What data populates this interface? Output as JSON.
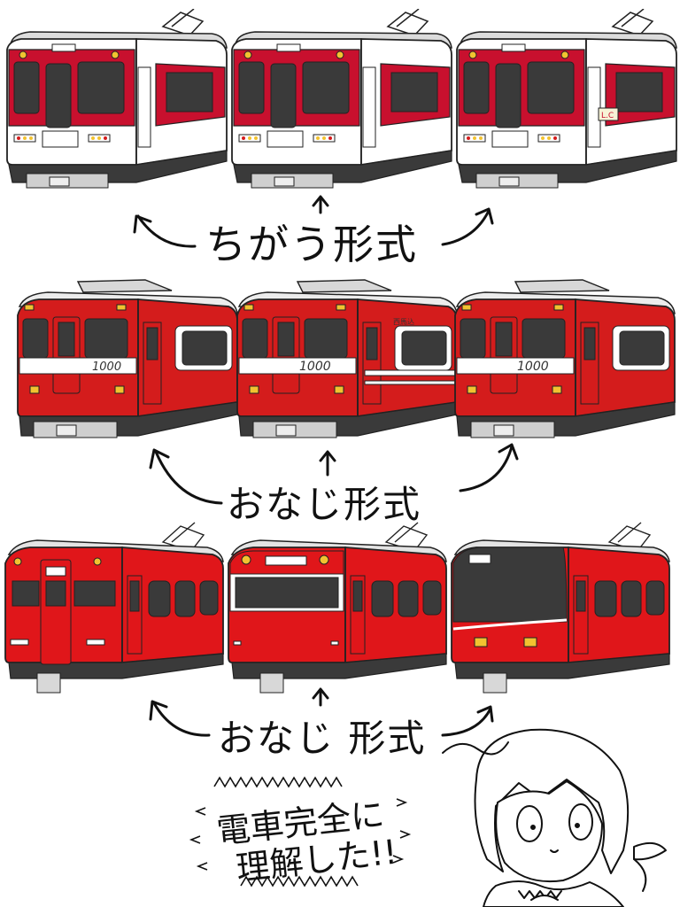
{
  "captions": {
    "row1": "ちがう形式",
    "row2": "おなじ形式",
    "row3": "おなじ 形式"
  },
  "exclamation": {
    "line1": "電車完全に",
    "line2": "理解した!!"
  },
  "trains": {
    "row2_number_1": "1000",
    "row2_number_2": "1000",
    "row2_number_3": "1000",
    "row2_destination": "西馬込",
    "row1_mark": "L.C"
  },
  "colors": {
    "kintetsu_red": "#c8102e",
    "keikyu_red": "#d41c1c",
    "meitetsu_red": "#e0161a",
    "window_dark": "#3a3a3a",
    "white": "#ffffff",
    "grey": "#d0d0d0",
    "lamp_yellow": "#f2c230"
  }
}
